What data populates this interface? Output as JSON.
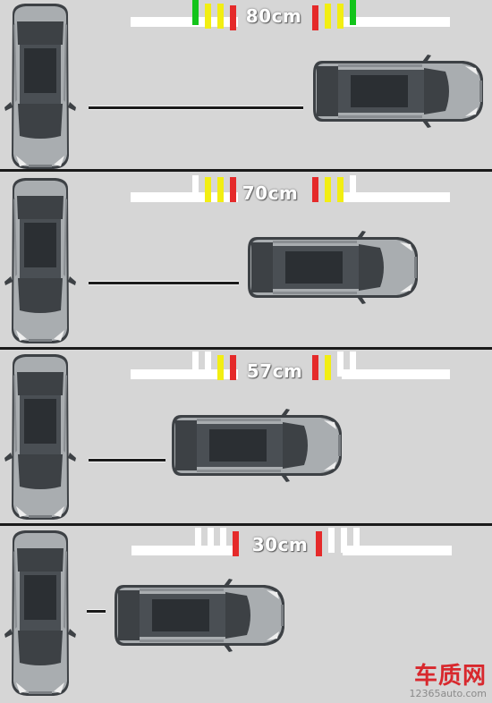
{
  "colors": {
    "background": "#d6d6d6",
    "divider": "#1a1a1a",
    "gauge": "#ffffff",
    "green": "#12c41a",
    "yellow": "#f2ee12",
    "red": "#e52a2a",
    "car_body": "#a9adb0",
    "car_dark": "#3d4145",
    "logo_red": "#d8282d"
  },
  "panels": [
    {
      "distance": "80cm",
      "indicators": [
        "green",
        "yellow",
        "yellow",
        "red"
      ]
    },
    {
      "distance": "70cm",
      "indicators": [
        "white",
        "yellow",
        "yellow",
        "red"
      ]
    },
    {
      "distance": "57cm",
      "indicators": [
        "white",
        "white",
        "yellow",
        "red"
      ]
    },
    {
      "distance": "30cm",
      "indicators": [
        "white",
        "white",
        "white",
        "red"
      ]
    }
  ],
  "watermark": {
    "brand": "车质网",
    "url": "12365auto.com"
  }
}
